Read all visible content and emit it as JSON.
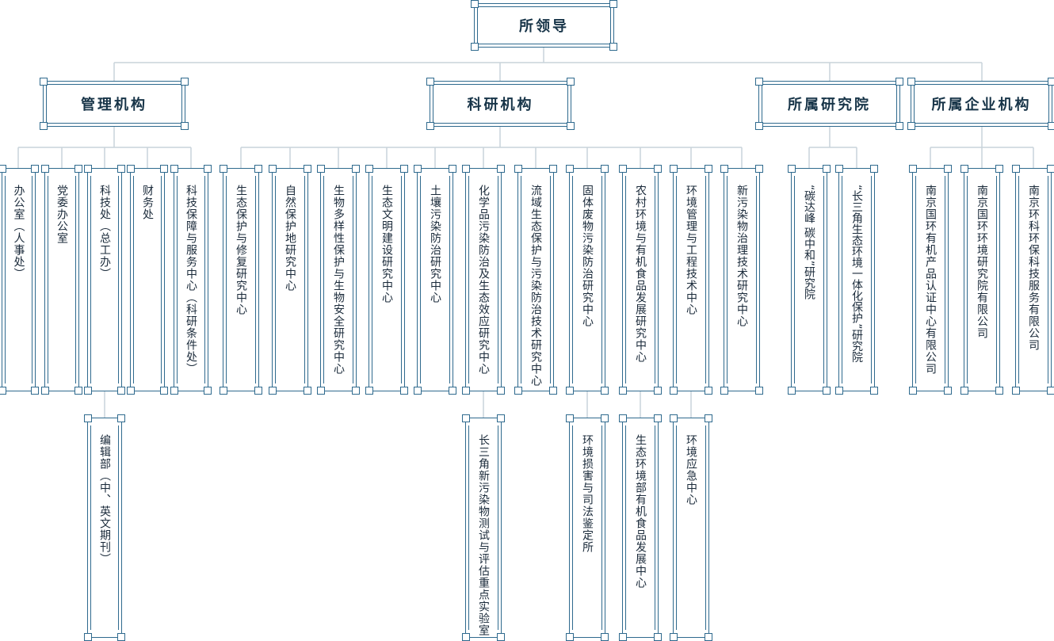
{
  "root": {
    "label": "所领导"
  },
  "branches": [
    {
      "label": "管理机构",
      "units": [
        {
          "label": "办公室（人事处）"
        },
        {
          "label": "党委办公室"
        },
        {
          "label": "科技处（总工办）",
          "sub": "编辑部（中、英文期刊）"
        },
        {
          "label": "财务处"
        },
        {
          "label": "科技保障与服务中心（科研条件处）"
        }
      ]
    },
    {
      "label": "科研机构",
      "units": [
        {
          "label": "生态保护与修复研究中心"
        },
        {
          "label": "自然保护地研究中心"
        },
        {
          "label": "生物多样性保护与生物安全研究中心"
        },
        {
          "label": "生态文明建设研究中心"
        },
        {
          "label": "土壤污染防治研究中心"
        },
        {
          "label": "化学品污染防治及生态效应研究中心",
          "sub": "长三角新污染物测试与评估重点实验室"
        },
        {
          "label": "流域生态保护与污染防治技术研究中心"
        },
        {
          "label": "固体废物污染防治研究中心",
          "sub": "环境损害与司法鉴定所"
        },
        {
          "label": "农村环境与有机食品发展研究中心",
          "sub": "生态环境部有机食品发展中心"
        },
        {
          "label": "环境管理与工程技术中心",
          "sub": "环境应急中心"
        },
        {
          "label": "新污染物治理技术研究中心"
        }
      ]
    },
    {
      "label": "所属研究院",
      "units": [
        {
          "label": "“碳达峰 碳中和”研究院"
        },
        {
          "label": "“长三角生态环境一体化保护”研究院"
        }
      ]
    },
    {
      "label": "所属企业机构",
      "units": [
        {
          "label": "南京国环有机产品认证中心有限公司"
        },
        {
          "label": "南京国环环境研究院有限公司"
        },
        {
          "label": "南京环科环保科技服务有限公司"
        }
      ]
    }
  ]
}
